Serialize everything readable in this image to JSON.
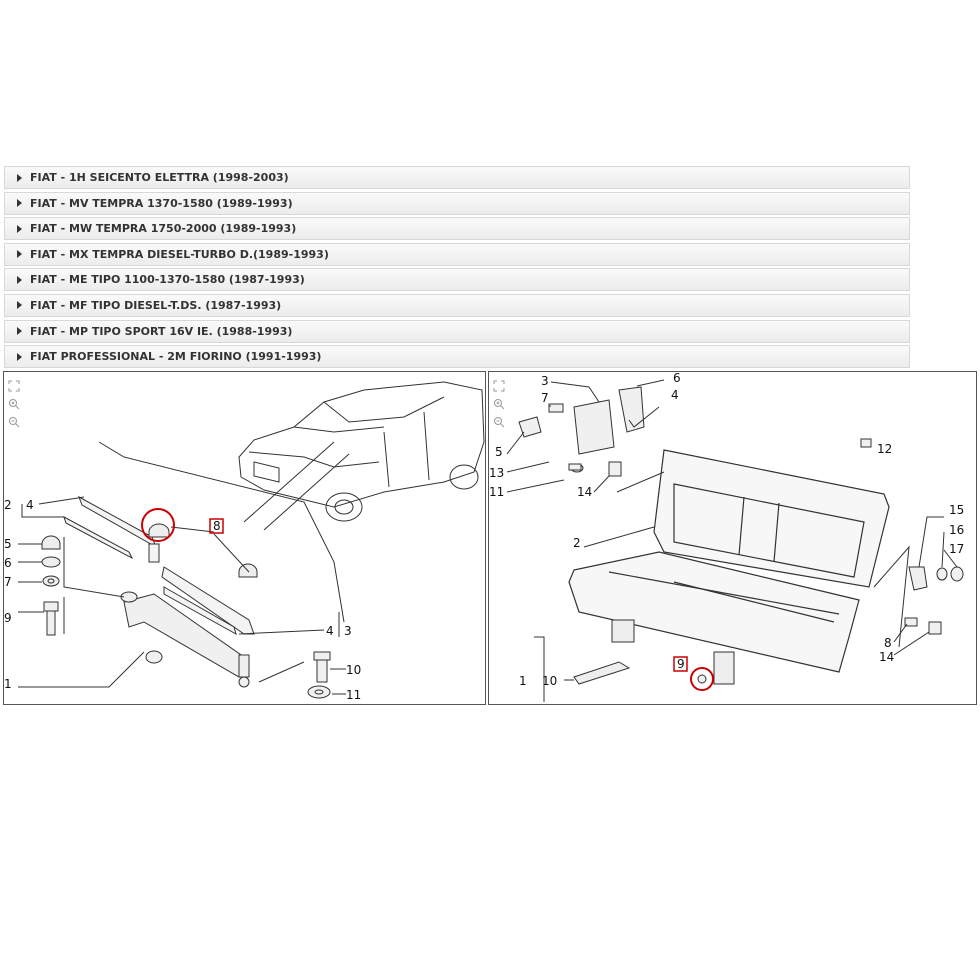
{
  "accordion": {
    "items": [
      {
        "label": "FIAT - 1H SEICENTO ELETTRA (1998-2003)"
      },
      {
        "label": "FIAT - MV TEMPRA 1370-1580 (1989-1993)"
      },
      {
        "label": "FIAT - MW TEMPRA 1750-2000 (1989-1993)"
      },
      {
        "label": "FIAT - MX TEMPRA DIESEL-TURBO D.(1989-1993)"
      },
      {
        "label": "FIAT - ME TIPO 1100-1370-1580 (1987-1993)"
      },
      {
        "label": "FIAT - MF TIPO DIESEL-T.DS. (1987-1993)"
      },
      {
        "label": "FIAT - MP TIPO SPORT 16V IE. (1988-1993)"
      },
      {
        "label": "FIAT PROFESSIONAL - 2M FIORINO (1991-1993)"
      }
    ]
  },
  "left_diagram": {
    "highlight_label": "8",
    "labels": {
      "l2": "2",
      "l4a": "4",
      "l5": "5",
      "l6": "6",
      "l7": "7",
      "l9": "9",
      "l1": "1",
      "l4b": "4",
      "l3": "3",
      "l10": "10",
      "l11": "11"
    }
  },
  "right_diagram": {
    "highlight_label": "9",
    "labels": {
      "r3": "3",
      "r6": "6",
      "r7": "7",
      "r4": "4",
      "r5": "5",
      "r12": "12",
      "r13": "13",
      "r11": "11",
      "r14a": "14",
      "r2": "2",
      "r15": "15",
      "r16": "16",
      "r17": "17",
      "r8": "8",
      "r14b": "14",
      "r1": "1",
      "r10": "10"
    }
  },
  "icons": [
    "fit-icon",
    "zoom-in-icon",
    "zoom-out-icon"
  ],
  "colors": {
    "highlight": "#cc0000",
    "border": "#555555"
  }
}
